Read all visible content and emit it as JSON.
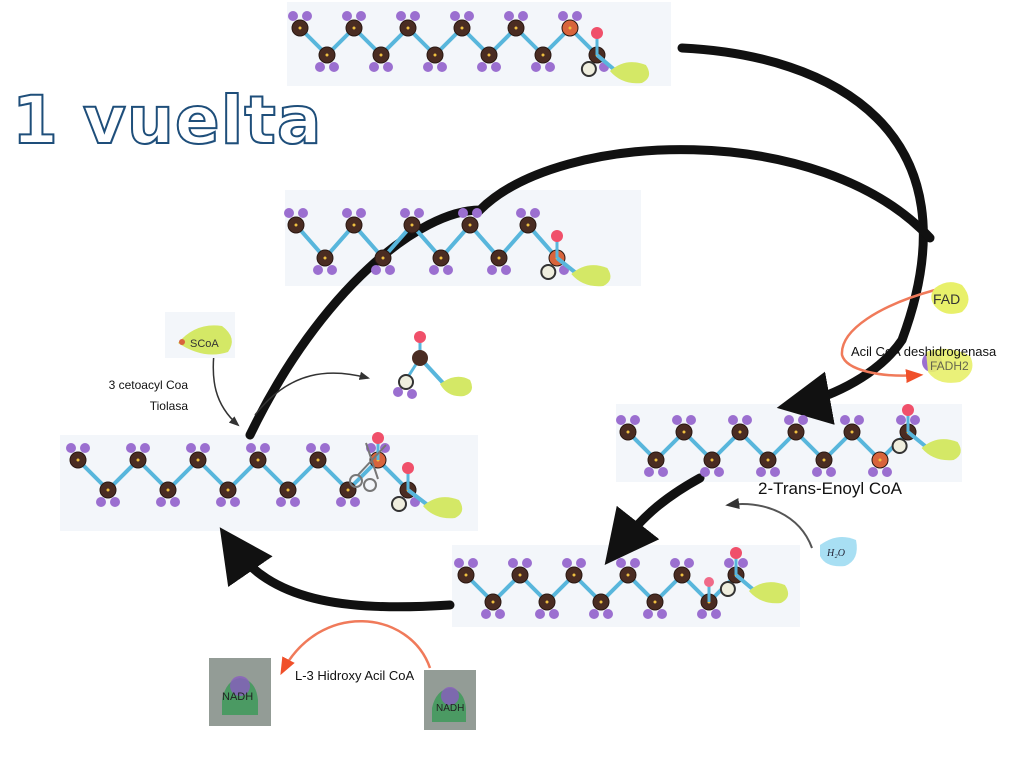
{
  "title": "1 vuelta",
  "labels": {
    "enzyme_dehydrogenase": "Acil CoA deshidrogenasa",
    "trans_enoyl": "2-Trans-Enoyl CoA",
    "hydroxy": "L-3 Hidroxy Acil CoA",
    "thiolase_line1": "3 cetoacyl Coa",
    "thiolase_line2": "Tiolasa"
  },
  "cofactors": {
    "fad": "FAD",
    "fadh2": "FADH2",
    "water": "H₂O",
    "scoa": "SCoA",
    "nadh_left": "NADH",
    "nadh_right": "NADH"
  },
  "colors": {
    "carbon": "#4a2c22",
    "hydrogen": "#9b6fd0",
    "bond": "#58b6dc",
    "oxygen": "#f0506a",
    "carbonyl_carbon": "#d8643c",
    "coa": "#d4e866",
    "arrow_main": "#111111",
    "arrow_red": "#f07a5a",
    "water": "#a8dff3"
  }
}
